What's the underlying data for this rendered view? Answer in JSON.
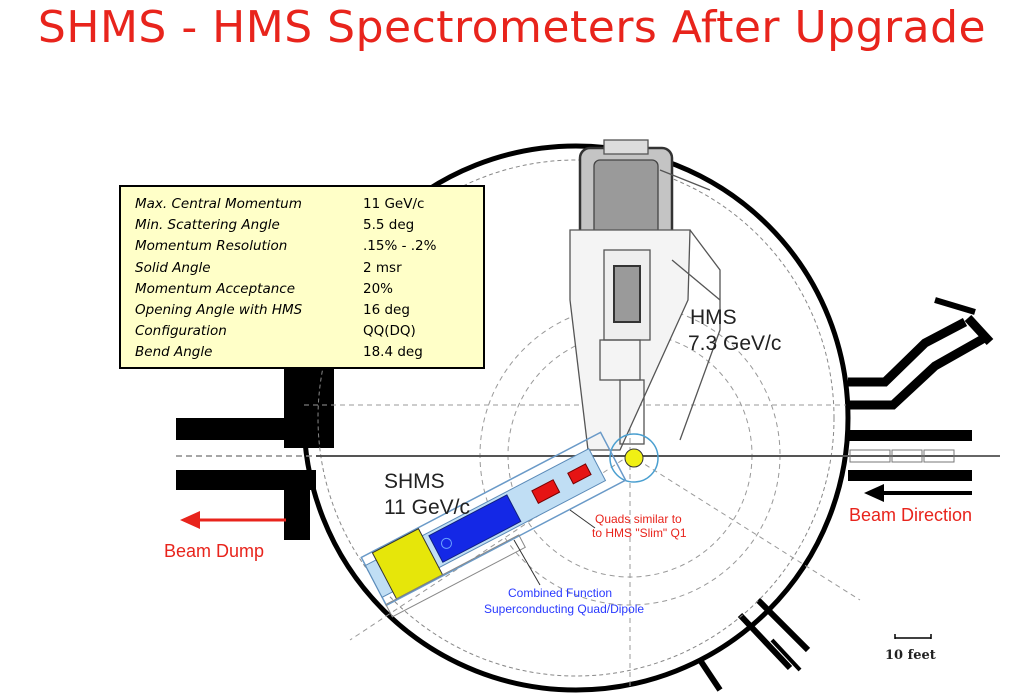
{
  "title": "SHMS - HMS Spectrometers After Upgrade",
  "specs": {
    "rows": [
      {
        "label": "Max. Central Momentum",
        "value": "11 GeV/c"
      },
      {
        "label": "Min. Scattering Angle",
        "value": "5.5 deg"
      },
      {
        "label": "Momentum Resolution",
        "value": ".15% - .2%"
      },
      {
        "label": "Solid Angle",
        "value": "2 msr"
      },
      {
        "label": "Momentum Acceptance",
        "value": "20%"
      },
      {
        "label": "Opening Angle with HMS",
        "value": "16 deg"
      },
      {
        "label": "Configuration",
        "value": "QQ(DQ)"
      },
      {
        "label": "Bend Angle",
        "value": "18.4 deg"
      }
    ]
  },
  "labels": {
    "hms_name": "HMS",
    "hms_momentum": "7.3 GeV/c",
    "shms_name": "SHMS",
    "shms_momentum": "11 GeV/c",
    "quads_line1": "Quads similar to",
    "quads_line2": "to HMS \"Slim\" Q1",
    "combined_line1": "Combined Function",
    "combined_line2": "Superconducting Quad/Dipole",
    "beam_direction": "Beam Direction",
    "beam_dump": "Beam Dump",
    "scale": "10 feet"
  },
  "colors": {
    "title": "#e8241c",
    "annotation_red": "#e8241c",
    "annotation_blue": "#2a3aff",
    "box_fill": "#ffffc8",
    "shms_detector": "#e6e60a",
    "shms_dipole": "#1428e6",
    "shms_quads": "#e61414",
    "target": "#f0f014"
  }
}
